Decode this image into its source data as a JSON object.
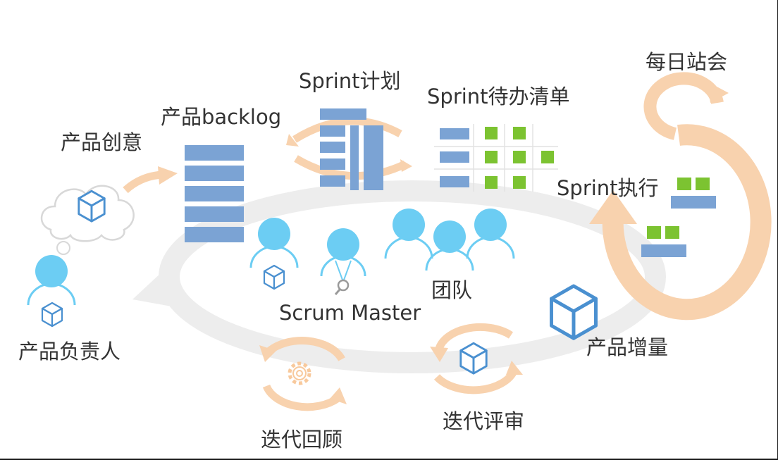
{
  "labels": {
    "product_idea": "产品创意",
    "product_backlog": "产品backlog",
    "sprint_planning": "Sprint计划",
    "sprint_backlog": "Sprint待办清单",
    "daily_standup": "每日站会",
    "sprint_execution": "Sprint执行",
    "team": "团队",
    "scrum_master": "Scrum Master",
    "product_owner": "产品负责人",
    "product_increment": "产品增量",
    "sprint_review": "迭代评审",
    "sprint_retrospective": "迭代回顾"
  },
  "colors": {
    "cycle_gray": "#ededed",
    "arrow_peach": "#f8d2ae",
    "backlog_blue": "#7ba3d4",
    "task_green": "#7cc331",
    "person_blue": "#6ccdf3",
    "icon_blue": "#4a90d0",
    "text": "#333333"
  },
  "icons": [
    "cloud-icon",
    "cube-icon",
    "person-icon",
    "magnifier-icon",
    "gear-icon",
    "cycle-arrow-icon"
  ]
}
